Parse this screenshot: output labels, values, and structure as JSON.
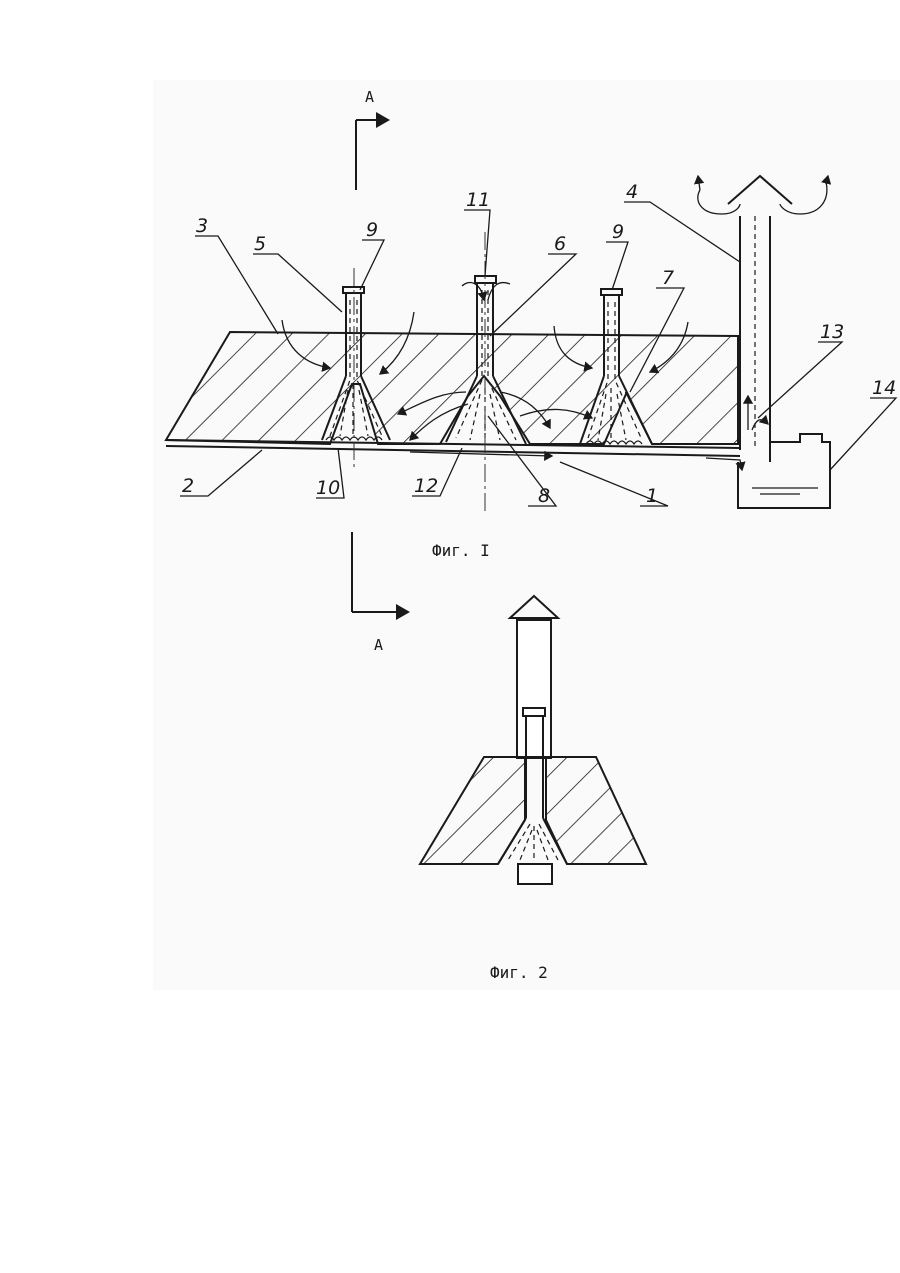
{
  "figure1": {
    "caption": "Фиг. I",
    "section_mark_top": "A",
    "section_mark_bottom": "A",
    "labels": {
      "l1": "1",
      "l2": "2",
      "l3": "3",
      "l4": "4",
      "l5": "5",
      "l6": "6",
      "l7": "7",
      "l8": "8",
      "l9a": "9",
      "l9b": "9",
      "l10": "10",
      "l11": "11",
      "l12": "12",
      "l13": "13",
      "l14": "14"
    }
  },
  "figure2": {
    "caption": "Фиг. 2"
  }
}
